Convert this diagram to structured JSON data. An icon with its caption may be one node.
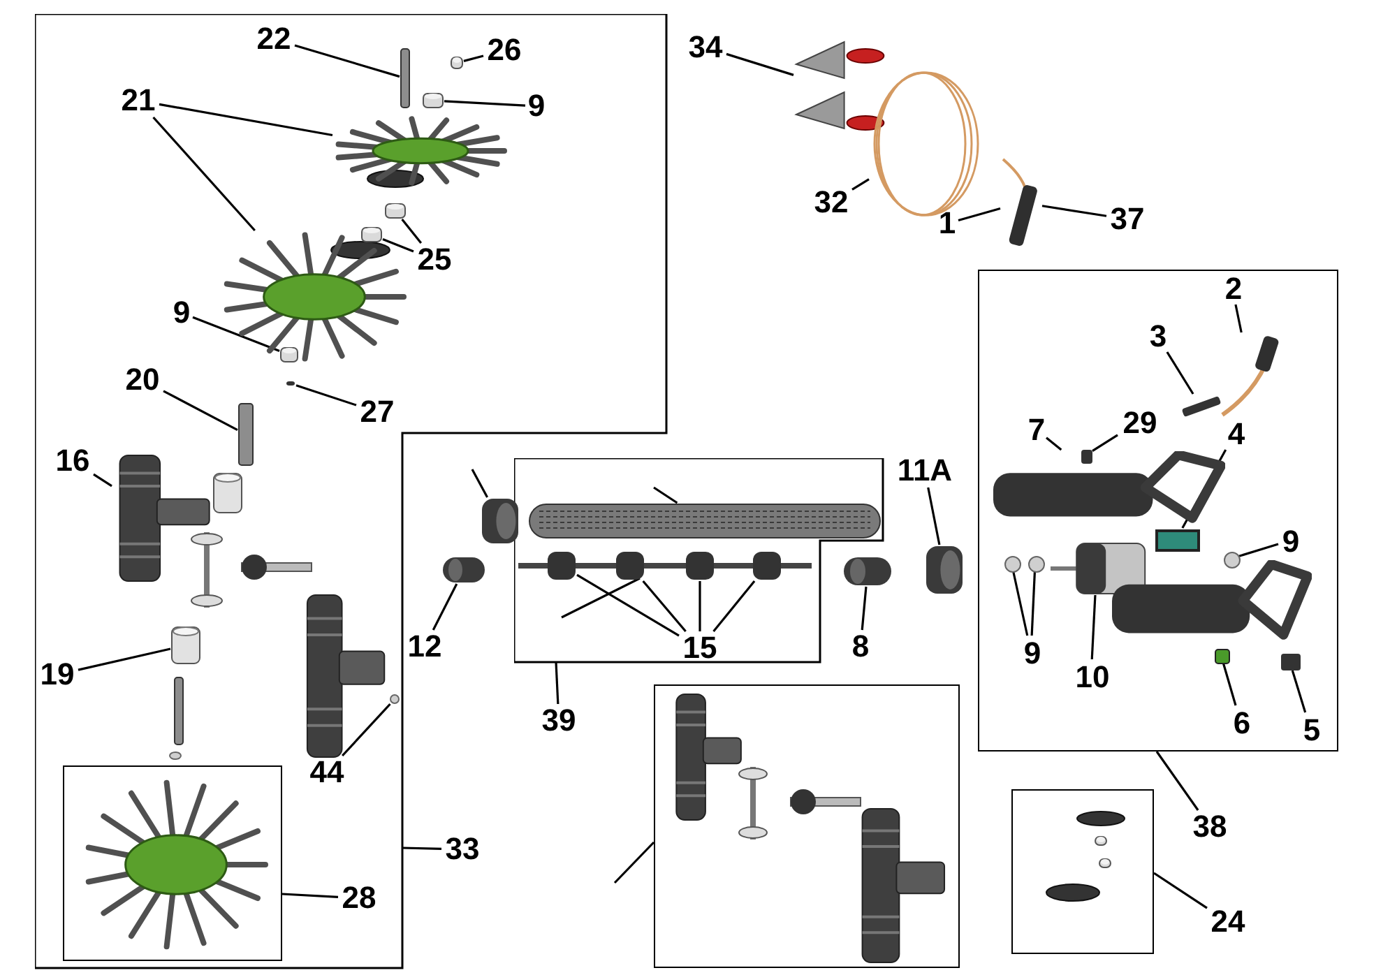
{
  "diagram": {
    "nodes": [
      {
        "text": [],
        "shape": "box"
      },
      {
        "text": [
          "22"
        ],
        "in": 0
      },
      {
        "text": [],
        "shape": "bar",
        "in": 0
      },
      {
        "text": [
          "26"
        ],
        "in": 0
      },
      {
        "text": [],
        "shape": "cylinder",
        "in": 0
      },
      {
        "text": [
          "21"
        ],
        "in": 0
      },
      {
        "text": [
          "9"
        ],
        "in": 0
      },
      {
        "text": [],
        "shape": "cylinder",
        "in": 0
      },
      {
        "text": [],
        "shape": "picture",
        "in": 0
      },
      {
        "text": [],
        "shape": "picture",
        "in": 0
      },
      {
        "text": [
          "25"
        ],
        "in": 0
      },
      {
        "text": [],
        "shape": "cylinder",
        "in": 0
      },
      {
        "text": [],
        "shape": "cylinder",
        "in": 0
      },
      {
        "text": [
          "9"
        ],
        "in": 0
      },
      {
        "text": [],
        "shape": "cylinder",
        "in": 0
      },
      {
        "text": [
          "20"
        ],
        "in": 0
      },
      {
        "text": [],
        "shape": "bar",
        "in": 0
      },
      {
        "text": [
          "27"
        ],
        "in": 0
      },
      {
        "text": [],
        "shape": "box",
        "in": 0
      },
      {
        "text": [
          "16"
        ],
        "in": 0
      },
      {
        "text": [],
        "shape": "picture",
        "in": 0
      },
      {
        "text": [
          "19"
        ],
        "in": 0
      },
      {
        "text": [],
        "shape": "cylinder",
        "in": 0
      },
      {
        "text": [],
        "shape": "box",
        "in": 0
      },
      {
        "text": [],
        "shape": "picture",
        "in": 23
      },
      {
        "text": [
          "28"
        ],
        "in": 0
      },
      {
        "text": [
          "33"
        ]
      },
      {
        "text": [],
        "shape": "picture",
        "in": 0
      },
      {
        "text": [
          "44"
        ],
        "in": 0
      },
      {
        "text": [],
        "shape": "circle",
        "in": 0
      },
      {
        "text": [
          "12"
        ]
      },
      {
        "text": [],
        "shape": "cylinder"
      },
      {
        "text": [
          "34"
        ]
      },
      {
        "text": [],
        "shape": "picture"
      },
      {
        "text": [
          "32"
        ]
      },
      {
        "text": [],
        "shape": "picture"
      },
      {
        "text": [
          "1"
        ]
      },
      {
        "text": [
          "37"
        ]
      },
      {
        "text": [],
        "shape": "bar"
      },
      {
        "text": [],
        "shape": "box"
      },
      {
        "text": [],
        "shape": "cylinder"
      },
      {
        "text": [],
        "shape": "picture",
        "in": 39
      },
      {
        "text": [],
        "shape": "bar",
        "in": 39
      },
      {
        "text": [
          "15"
        ],
        "in": 39
      },
      {
        "text": [],
        "shape": "box",
        "in": 39
      },
      {
        "text": [],
        "shape": "box",
        "in": 39
      },
      {
        "text": [],
        "shape": "box",
        "in": 39
      },
      {
        "text": [],
        "shape": "box",
        "in": 39
      },
      {
        "text": [
          "39"
        ]
      },
      {
        "text": [],
        "shape": "cylinder"
      },
      {
        "text": [
          "8"
        ]
      },
      {
        "text": [
          "11A"
        ]
      },
      {
        "text": [],
        "shape": "cylinder"
      },
      {
        "text": [],
        "shape": "box"
      },
      {
        "text": [
          "2"
        ],
        "in": 53
      },
      {
        "text": [],
        "shape": "picture",
        "in": 53
      },
      {
        "text": [
          "3"
        ],
        "in": 53
      },
      {
        "text": [],
        "shape": "bar",
        "in": 53
      },
      {
        "text": [
          "29"
        ],
        "in": 53
      },
      {
        "text": [],
        "shape": "box",
        "in": 53
      },
      {
        "text": [
          "7"
        ],
        "in": 53
      },
      {
        "text": [],
        "shape": "picture",
        "in": 53
      },
      {
        "text": [
          "4"
        ],
        "in": 53
      },
      {
        "text": [],
        "shape": "box",
        "in": 53
      },
      {
        "text": [
          "9"
        ],
        "in": 53
      },
      {
        "text": [],
        "shape": "circle",
        "in": 53
      },
      {
        "text": [
          "9"
        ],
        "in": 53
      },
      {
        "text": [],
        "shape": "circle",
        "in": 53
      },
      {
        "text": [],
        "shape": "circle",
        "in": 53
      },
      {
        "text": [
          "10"
        ],
        "in": 53
      },
      {
        "text": [],
        "shape": "picture",
        "in": 53
      },
      {
        "text": [],
        "shape": "picture",
        "in": 53
      },
      {
        "text": [
          "6"
        ],
        "in": 53
      },
      {
        "text": [],
        "shape": "box",
        "in": 53
      },
      {
        "text": [
          "5"
        ],
        "in": 53
      },
      {
        "text": [],
        "shape": "box",
        "in": 53
      },
      {
        "text": [
          "38"
        ]
      },
      {
        "text": [],
        "shape": "box"
      },
      {
        "text": [
          "24"
        ]
      },
      {
        "text": [],
        "shape": "box"
      }
    ],
    "edges": [
      {
        "from": 1,
        "to": 2,
        "arrow": "none"
      },
      {
        "from": 3,
        "to": 4,
        "arrow": "none"
      },
      {
        "from": 5,
        "to": 8,
        "arrow": "none"
      },
      {
        "from": 5,
        "to": 9,
        "arrow": "none"
      },
      {
        "from": 6,
        "to": 7,
        "arrow": "none"
      },
      {
        "from": 10,
        "to": 11,
        "arrow": "none"
      },
      {
        "from": 10,
        "to": 12,
        "arrow": "none"
      },
      {
        "from": 13,
        "to": 14,
        "arrow": "none"
      },
      {
        "from": 15,
        "to": 16,
        "arrow": "none"
      },
      {
        "from": 17,
        "to": 18,
        "arrow": "none"
      },
      {
        "from": 19,
        "to": 20,
        "arrow": "none"
      },
      {
        "from": 21,
        "to": 22,
        "arrow": "none"
      },
      {
        "from": 25,
        "to": 23,
        "arrow": "none"
      },
      {
        "from": 26,
        "to": 0,
        "arrow": "none"
      },
      {
        "from": 28,
        "to": 29,
        "arrow": "none"
      },
      {
        "from": 30,
        "to": 31,
        "arrow": "none"
      },
      {
        "from": 32,
        "to": 33,
        "arrow": "none"
      },
      {
        "from": 34,
        "to": 35,
        "arrow": "none"
      },
      {
        "from": 36,
        "to": 38,
        "arrow": "none"
      },
      {
        "from": 37,
        "to": 38,
        "arrow": "none"
      },
      {
        "from": null,
        "to": 40,
        "arrow": "none"
      },
      {
        "from": null,
        "to": 41,
        "arrow": "none"
      },
      {
        "from": null,
        "to": 42,
        "arrow": "none"
      },
      {
        "from": 43,
        "to": 44,
        "arrow": "none"
      },
      {
        "from": 43,
        "to": 45,
        "arrow": "none"
      },
      {
        "from": 43,
        "to": 46,
        "arrow": "none"
      },
      {
        "from": 43,
        "to": 47,
        "arrow": "none"
      },
      {
        "from": 48,
        "to": 39,
        "arrow": "none"
      },
      {
        "from": 50,
        "to": 49,
        "arrow": "none"
      },
      {
        "from": 51,
        "to": 52,
        "arrow": "none"
      },
      {
        "from": 54,
        "to": 55,
        "arrow": "none"
      },
      {
        "from": 56,
        "to": 57,
        "arrow": "none"
      },
      {
        "from": 58,
        "to": 59,
        "arrow": "none"
      },
      {
        "from": 60,
        "to": 61,
        "arrow": "none"
      },
      {
        "from": 62,
        "to": 63,
        "arrow": "none"
      },
      {
        "from": 64,
        "to": 68,
        "arrow": "none"
      },
      {
        "from": 66,
        "to": 65,
        "arrow": "none"
      },
      {
        "from": 66,
        "to": 67,
        "arrow": "none"
      },
      {
        "from": 69,
        "to": 70,
        "arrow": "none"
      },
      {
        "from": 72,
        "to": 73,
        "arrow": "none"
      },
      {
        "from": 74,
        "to": 75,
        "arrow": "none"
      },
      {
        "from": 76,
        "to": 53,
        "arrow": "none"
      },
      {
        "from": 78,
        "to": 79,
        "arrow": "none"
      },
      {
        "from": null,
        "to": 77,
        "arrow": "none"
      }
    ]
  }
}
